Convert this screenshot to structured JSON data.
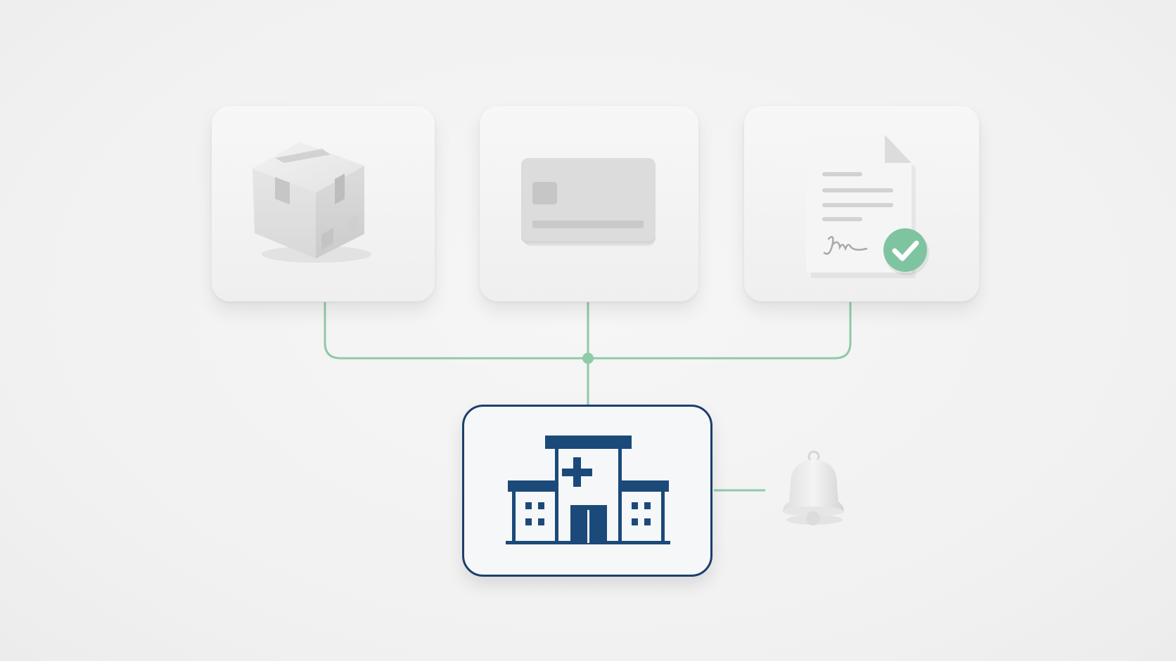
{
  "diagram": {
    "nodes": [
      {
        "id": "package",
        "icon": "package-box-icon"
      },
      {
        "id": "payment",
        "icon": "credit-card-icon"
      },
      {
        "id": "document",
        "icon": "signed-document-check-icon"
      },
      {
        "id": "hospital",
        "icon": "hospital-building-icon"
      },
      {
        "id": "notification",
        "icon": "bell-icon"
      }
    ],
    "edges": [
      {
        "from": "package",
        "to": "hospital"
      },
      {
        "from": "payment",
        "to": "hospital"
      },
      {
        "from": "document",
        "to": "hospital"
      },
      {
        "from": "hospital",
        "to": "notification"
      }
    ]
  },
  "colors": {
    "background": "#f3f3f3",
    "connector": "#8fcaa9",
    "hub_border": "#1b3f6e",
    "hospital_icon": "#1b4a7a",
    "check_badge": "#7fc4a0",
    "card": "#f2f2f2"
  }
}
